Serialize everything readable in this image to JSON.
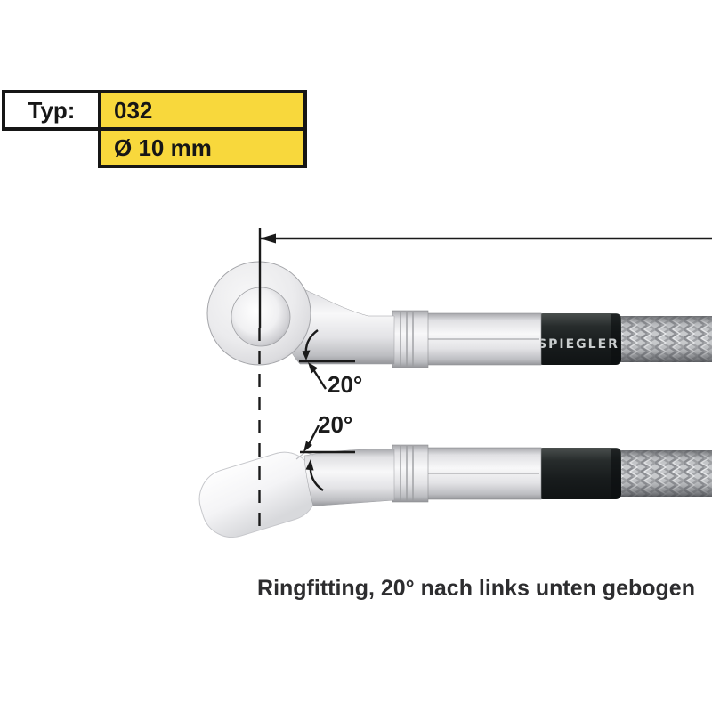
{
  "product_table": {
    "typ_label": "Typ:",
    "typ_value": "032",
    "diameter_value": "Ø 10 mm",
    "highlight_color": "#F8D83C",
    "border_color": "#161616"
  },
  "diagram": {
    "top_view": {
      "angle_label": "20°",
      "brand_label": "SPIEGLER"
    },
    "side_view": {
      "angle_label": "20°"
    },
    "caption": "Ringfitting, 20° nach links unten gebogen"
  },
  "colors": {
    "sleeve_black": "#1d2224",
    "metal_light_gray": "#e9e9eb",
    "braid_gray": "#c6c8cb",
    "annotation_black": "#1a1a1a"
  }
}
